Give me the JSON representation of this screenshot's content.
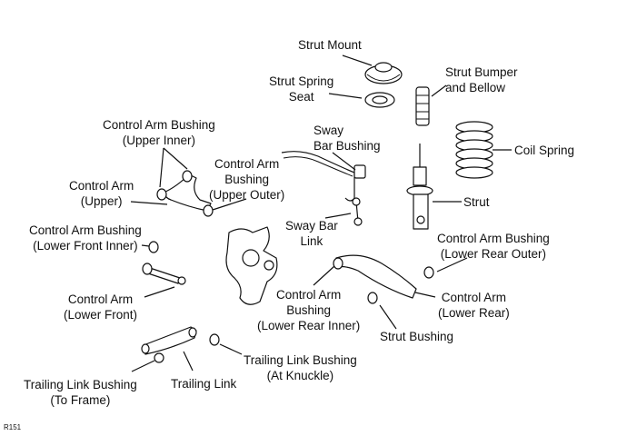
{
  "figure_code": "R151",
  "labels": {
    "strut_mount": "Strut Mount",
    "strut_spring_seat": [
      "Strut Spring",
      "Seat"
    ],
    "strut_bumper": [
      "Strut Bumper",
      "and Bellow"
    ],
    "coil_spring": "Coil Spring",
    "sway_bar_bushing": [
      "Sway",
      "Bar Bushing"
    ],
    "control_arm_bushing_upper_inner": [
      "Control Arm Bushing",
      "(Upper Inner)"
    ],
    "control_arm_upper": [
      "Control Arm",
      "(Upper)"
    ],
    "control_arm_bushing_upper_outer": [
      "Control Arm",
      "Bushing",
      "(Upper Outer)"
    ],
    "strut": "Strut",
    "sway_bar_link": [
      "Sway Bar",
      "Link"
    ],
    "control_arm_bushing_lower_front_inner": [
      "Control Arm Bushing",
      "(Lower Front Inner)"
    ],
    "control_arm_bushing_lower_rear_outer": [
      "Control Arm Bushing",
      "(Lower Rear Outer)"
    ],
    "control_arm_lower_front": [
      "Control Arm",
      "(Lower Front)"
    ],
    "control_arm_bushing_lower_rear_inner": [
      "Control Arm",
      "Bushing",
      "(Lower Rear Inner)"
    ],
    "control_arm_lower_rear": [
      "Control Arm",
      "(Lower Rear)"
    ],
    "strut_bushing": "Strut Bushing",
    "trailing_link_bushing_knuckle": [
      "Trailing Link Bushing",
      "(At Knuckle)"
    ],
    "trailing_link_bushing_frame": [
      "Trailing Link Bushing",
      "(To Frame)"
    ],
    "trailing_link": "Trailing Link"
  },
  "parts": [
    "strut-mount",
    "strut-spring-seat",
    "strut-bumper",
    "coil-spring",
    "strut",
    "sway-bar",
    "sway-bar-bushing",
    "sway-bar-link",
    "control-arm-upper",
    "knuckle",
    "control-arm-lower-front",
    "control-arm-lower-rear",
    "trailing-link"
  ]
}
